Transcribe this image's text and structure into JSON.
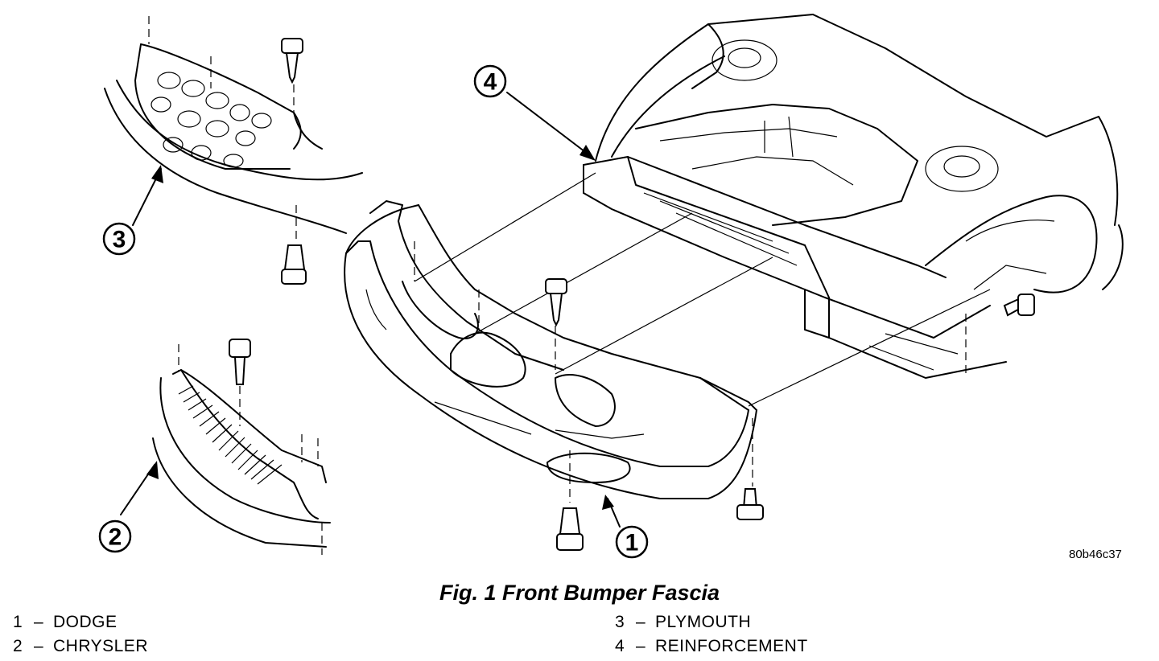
{
  "figure": {
    "caption": "Fig. 1 Front Bumper Fascia",
    "image_id": "80b46c37",
    "callouts": [
      "1",
      "2",
      "3",
      "4"
    ]
  },
  "legend": [
    {
      "number": "1",
      "separator": "–",
      "label": "DODGE"
    },
    {
      "number": "2",
      "separator": "–",
      "label": "CHRYSLER"
    },
    {
      "number": "3",
      "separator": "–",
      "label": "PLYMOUTH"
    },
    {
      "number": "4",
      "separator": "–",
      "label": "REINFORCEMENT"
    }
  ]
}
